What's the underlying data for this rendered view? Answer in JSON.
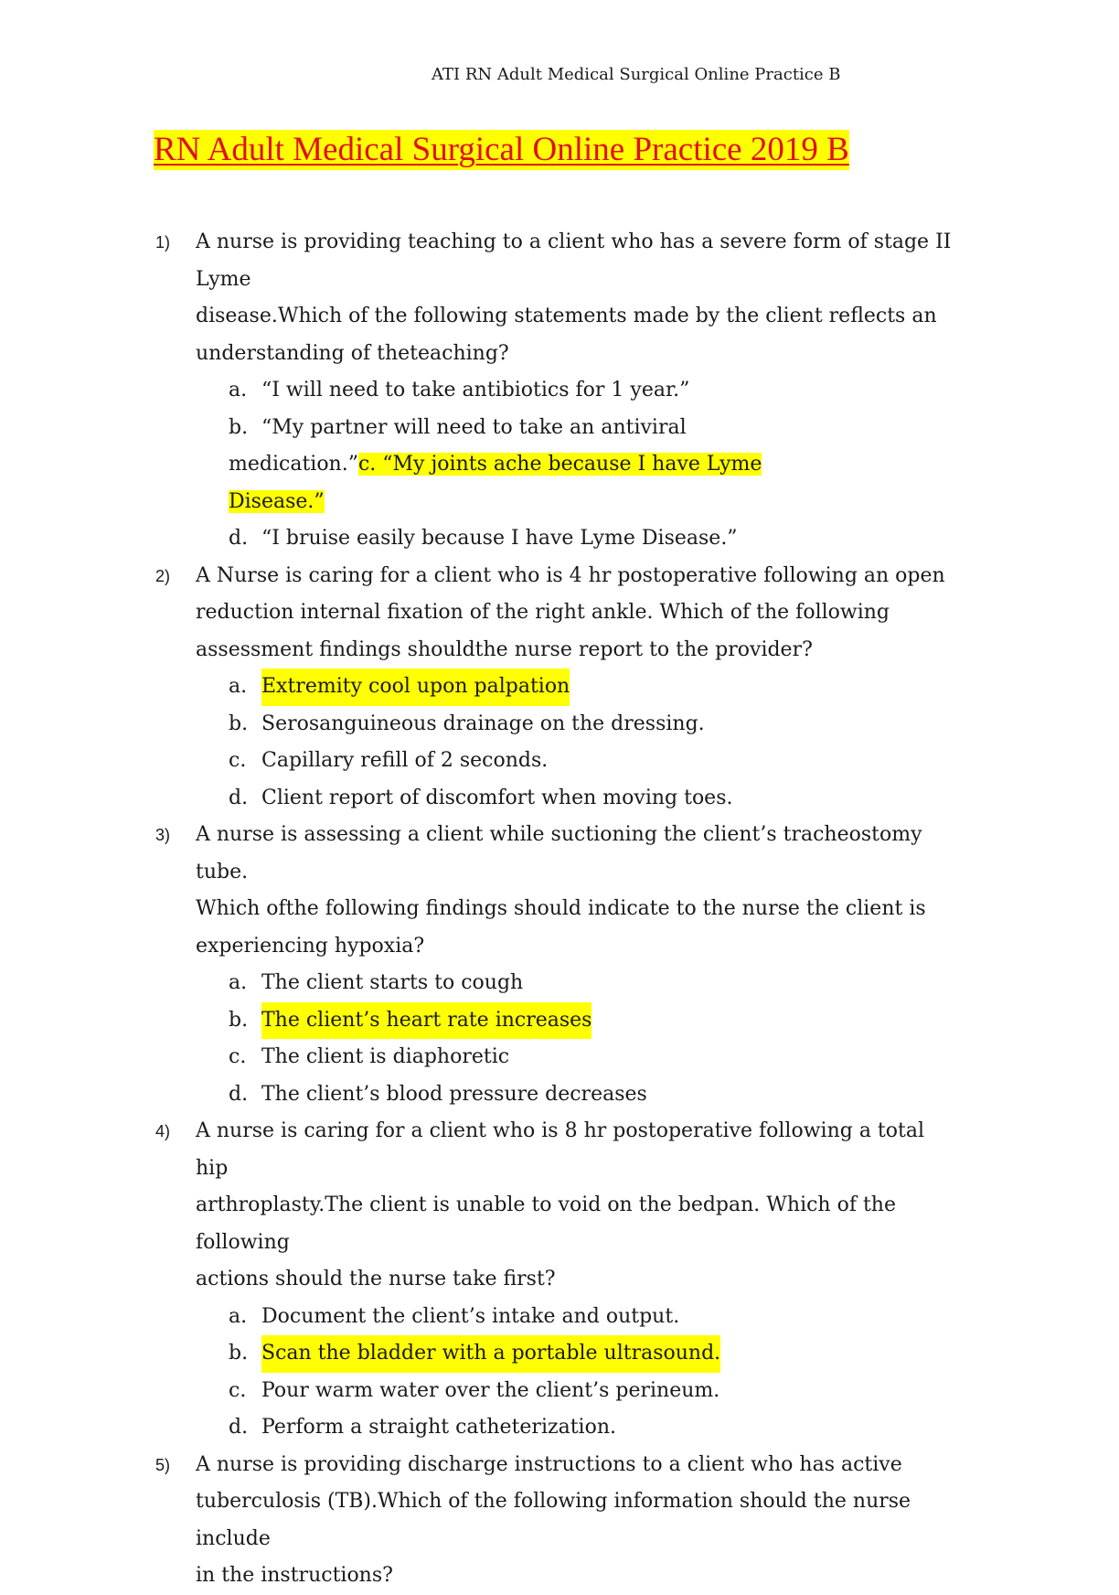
{
  "header": {
    "running_title": "ATI RN Adult Medical Surgical Online Practice B"
  },
  "title": "RN Adult Medical Surgical Online Practice 2019 B",
  "questions": [
    {
      "number": "1)",
      "stem_lines": [
        "A nurse is providing teaching to a client who has a severe form of stage II Lyme",
        "disease.Which of the following statements made by the client reflects an",
        "understanding of theteaching?"
      ],
      "options": [
        {
          "letter": "a.",
          "text": "“I will need to take antibiotics for 1 year.”"
        },
        {
          "letter": "b.",
          "text": "“My partner will need to take an antiviral"
        },
        {
          "line_text": "medication.”",
          "highlighted_text": "c. “My joints ache because I have Lyme "
        },
        {
          "highlighted_text": "Disease.”"
        },
        {
          "letter": "d.",
          "text": "“I bruise easily because I have Lyme Disease.”"
        }
      ]
    },
    {
      "number": "2)",
      "stem_lines": [
        "A Nurse is caring for a client who is 4 hr postoperative following an open",
        "reduction internal fixation of the right ankle. Which of the following",
        "assessment findings shouldthe nurse report to the provider?"
      ],
      "options": [
        {
          "letter": "a.",
          "text": "Extremity cool upon palpation",
          "highlighted": true
        },
        {
          "letter": "b.",
          "text": "Serosanguineous drainage on the dressing."
        },
        {
          "letter": "c.",
          "text": "Capillary refill of 2 seconds."
        },
        {
          "letter": "d.",
          "text": "Client report of discomfort when moving toes."
        }
      ]
    },
    {
      "number": "3)",
      "stem_lines": [
        "A nurse is assessing a client while suctioning the client’s tracheostomy tube.",
        "Which ofthe following findings should indicate to the nurse the client is",
        "experiencing hypoxia?"
      ],
      "options": [
        {
          "letter": "a.",
          "text": "The client starts to cough"
        },
        {
          "letter": "b.",
          "text": "The client’s heart rate increases",
          "highlighted": true
        },
        {
          "letter": "c.",
          "text": "The client is diaphoretic"
        },
        {
          "letter": "d.",
          "text": "The client’s blood pressure decreases"
        }
      ]
    },
    {
      "number": "4)",
      "stem_lines": [
        "A nurse is caring for a client who is 8 hr postoperative following a total hip",
        "arthroplasty.The client is unable to void on the bedpan. Which of the following",
        "actions should the nurse take first?"
      ],
      "options": [
        {
          "letter": "a.",
          "text": "Document the client’s intake and output."
        },
        {
          "letter": "b.",
          "text": "Scan the bladder with a portable ultrasound.",
          "highlighted": true
        },
        {
          "letter": "c.",
          "text": "Pour warm water over the client’s perineum."
        },
        {
          "letter": "d.",
          "text": "Perform a straight catheterization."
        }
      ]
    },
    {
      "number": "5)",
      "stem_lines": [
        "A nurse is providing discharge instructions to a client who has active",
        "tuberculosis (TB).Which of the following information should the nurse include",
        "in the instructions?"
      ],
      "options": []
    }
  ]
}
